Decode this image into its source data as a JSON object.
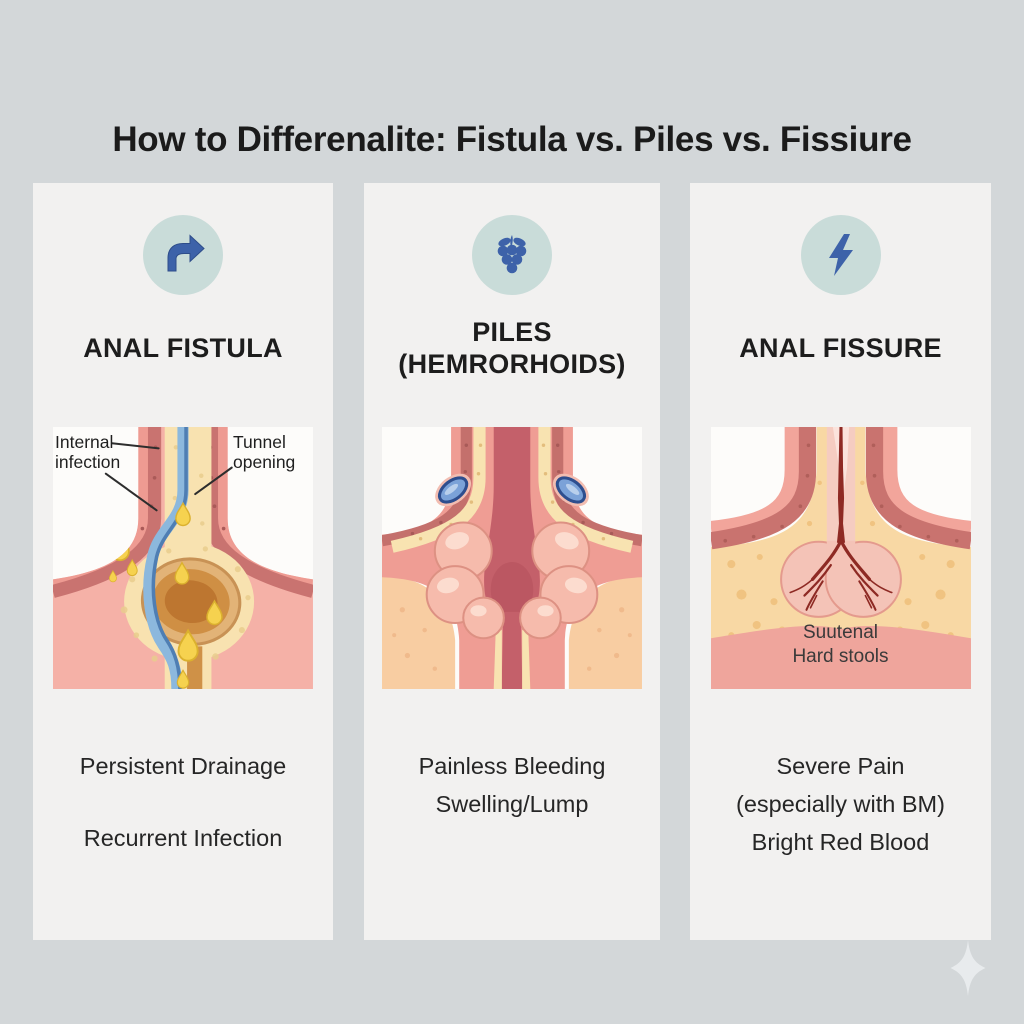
{
  "page": {
    "title": "How to Differenalite: Fistula vs. Piles vs. Fissiure"
  },
  "colors": {
    "background": "#d3d7d9",
    "card": "#f2f1f0",
    "icon_circle": "#c9dcd9",
    "accent_blue": "#3d62a9",
    "title_text": "#1b1b1b",
    "body_text": "#262626",
    "tissue_pink": "#ee9b92",
    "tissue_dark_red": "#c97370",
    "tissue_cream": "#f8e2b0",
    "tract_blue": "#8cb8dd",
    "pus_yellow": "#f6d24f",
    "fissure_red": "#8e2a24"
  },
  "decor": {
    "sparkle_icon": "four-point-sparkle"
  },
  "columns": [
    {
      "icon_name": "curved-arrow-icon",
      "title_line1": "ANAL FISTULA",
      "illustration_name": "anal-fistula-cross-section",
      "labels": {
        "left_line1": "Internal",
        "left_line2": "infection",
        "right_line1": "Tunnel",
        "right_line2": "opening"
      },
      "symptoms": [
        "Persistent Drainage",
        "Recurrent Infection"
      ]
    },
    {
      "icon_name": "grapes-icon",
      "title_line1": "PILES",
      "title_line2": "(HEMRORHOIDS)",
      "illustration_name": "hemorrhoids-cross-section",
      "symptoms": [
        "Painless Bleeding",
        "Swelling/Lump"
      ]
    },
    {
      "icon_name": "lightning-bolt-icon",
      "title_line1": "ANAL FISSURE",
      "illustration_name": "anal-fissure-cross-section",
      "caption_line1": "Suutenal",
      "caption_line2": "Hard stools",
      "symptoms": [
        "Severe Pain",
        "(especially with BM)",
        "Bright Red Blood"
      ]
    }
  ]
}
